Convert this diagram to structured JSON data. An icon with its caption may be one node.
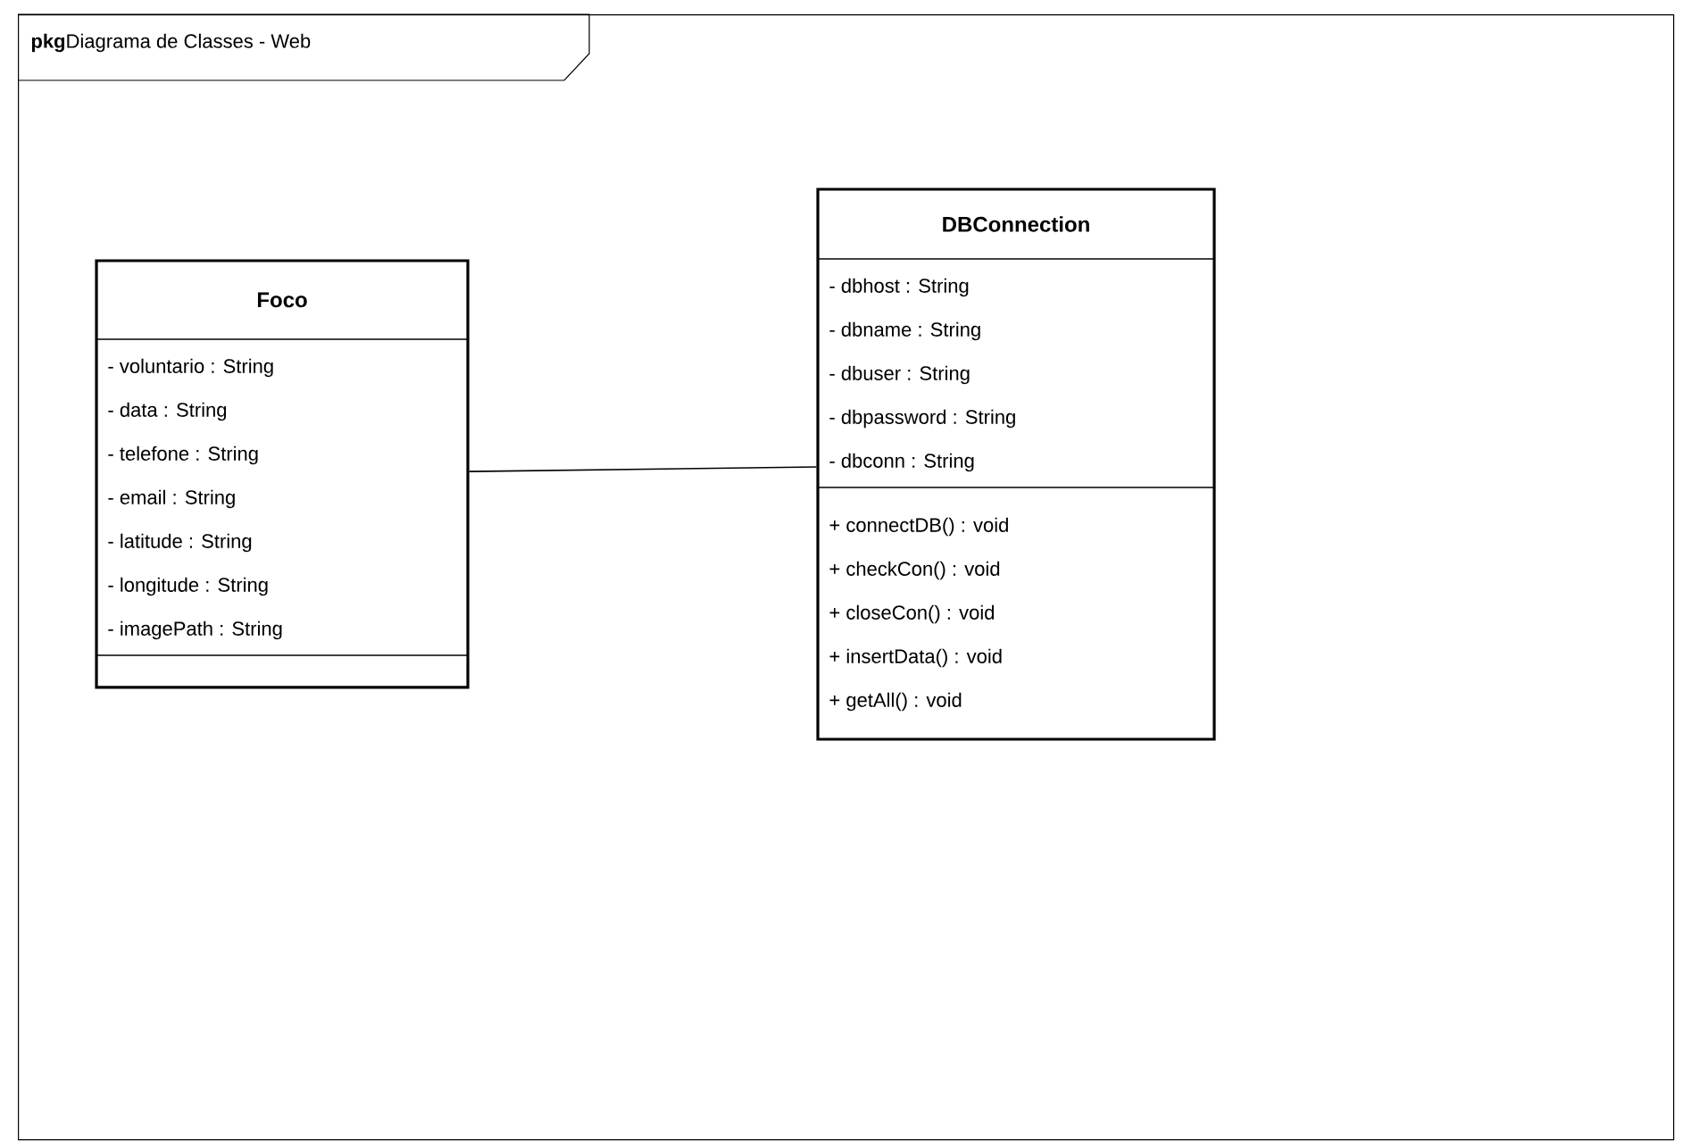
{
  "diagram": {
    "nodes": [
      {
        "text": [
          "**pkg**Diagrama de Classes - Web"
        ]
      },
      {
        "text": [
          "Foco",
          "- voluntario : String",
          "- data : String",
          "- telefone : String",
          "- email : String",
          "- latitude : String",
          "- longitude : String",
          "- imagePath : String"
        ],
        "in": 0
      },
      {
        "text": [
          "DBConnection",
          "- dbhost : String",
          "- dbname : String",
          "- dbuser : String",
          "- dbpassword : String",
          "- dbconn : String",
          "+ connectDB() : void",
          "+ checkCon() : void",
          "+ closeCon() : void",
          "+ insertData() : void",
          "+ getAll() : void"
        ],
        "in": 0
      }
    ],
    "edges": [
      {
        "from": 1,
        "to": 2,
        "arrow": "none"
      }
    ]
  }
}
